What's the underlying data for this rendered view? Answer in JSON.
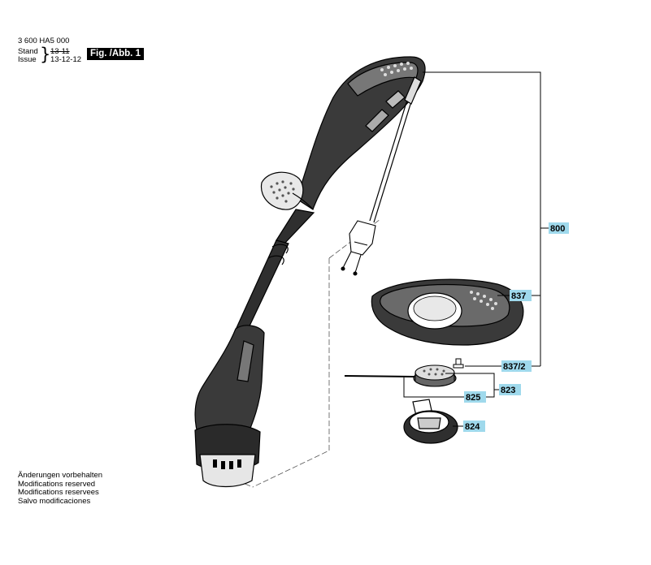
{
  "header": {
    "part_number": "3 600 HA5 000",
    "stand_label": "Stand",
    "issue_label": "Issue",
    "old_code": "13-11",
    "date": "13-12-12",
    "figure_label": "Fig. /Abb. 1"
  },
  "footer": {
    "notes": [
      "Änderungen vorbehalten",
      "Modifications reserved",
      "Modifications reservees",
      "Salvo modificaciones"
    ]
  },
  "callouts": [
    "800",
    "837",
    "837/2",
    "823",
    "825",
    "824"
  ],
  "colors": {
    "label_bg": "#9fd9ec",
    "line": "#000000"
  }
}
